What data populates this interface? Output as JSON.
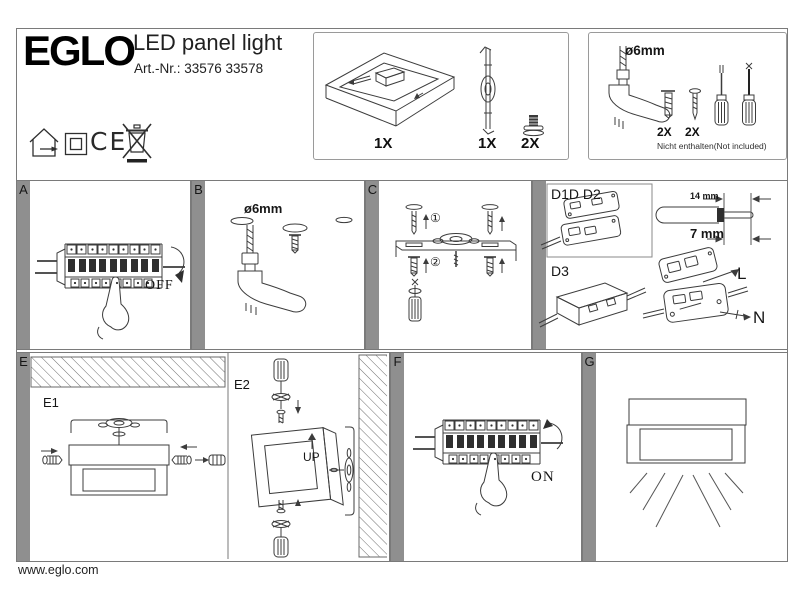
{
  "document": {
    "footer_url": "www.eglo.com"
  },
  "header": {
    "brand": "EGLO",
    "product_title": "LED panel light",
    "article_number": "Art.-Nr.: 33576 33578",
    "ce_mark": "CE"
  },
  "included_parts": {
    "panel_qty": "1X",
    "bracket_qty": "1X",
    "screws_qty": "2X"
  },
  "required_tools": {
    "drill_diameter": "ø6mm",
    "anchors_qty": "2X",
    "screws_qty": "2X",
    "note": "Nicht enthalten(Not included)"
  },
  "steps": {
    "a": {
      "label": "A",
      "power_state": "OFF"
    },
    "b": {
      "label": "B",
      "drill_diameter": "ø6mm"
    },
    "c": {
      "label": "C",
      "order_1": "①",
      "order_2": "②"
    },
    "d": {
      "label_d1_d2": "D1D D2",
      "label_d3": "D3",
      "strip_length_outer": "14 mm",
      "strip_length_inner": "7 mm",
      "wire_l": "L",
      "wire_n": "N"
    },
    "e": {
      "label": "E",
      "sub_1": "E1",
      "sub_2": "E2",
      "orientation": "UP"
    },
    "f": {
      "label": "F",
      "power_state": "ON"
    },
    "g": {
      "label": "G"
    }
  },
  "colors": {
    "panel_label_bar": "#8f8f8f",
    "line_art": "#3c3c3c",
    "border": "#7a7a7a"
  }
}
